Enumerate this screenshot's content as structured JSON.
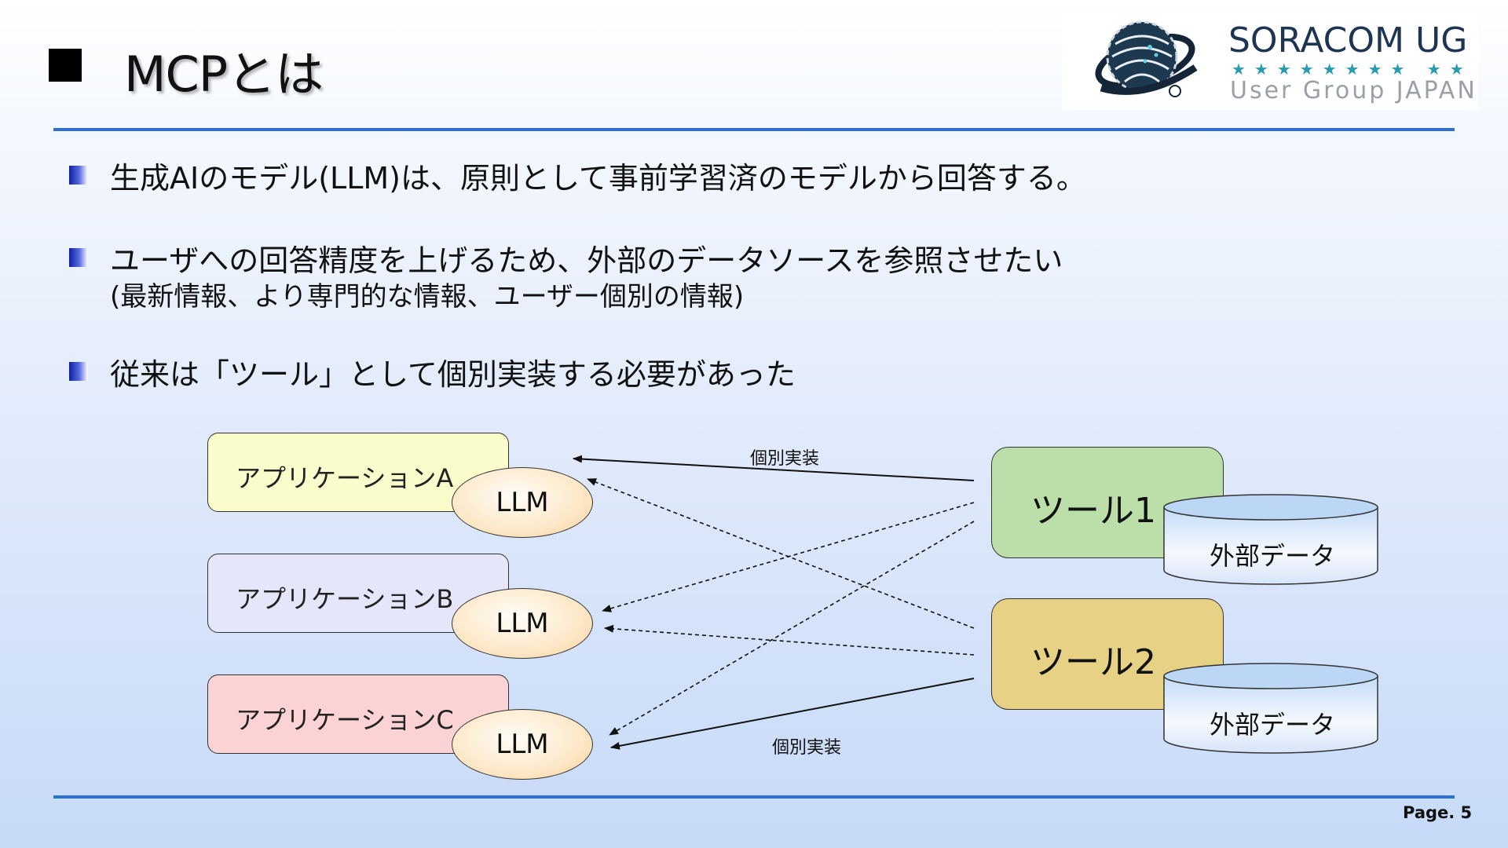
{
  "slide": {
    "title": "MCPとは",
    "page_label": "Page. 5"
  },
  "logo": {
    "name": "SORACOM UG",
    "stars": "★★★★★★★★ ★★",
    "subtitle": "User Group JAPAN"
  },
  "bullets": [
    {
      "text": "生成AIのモデル(LLM)は、原則として事前学習済のモデルから回答する。"
    },
    {
      "text": "ユーザへの回答精度を上げるため、外部のデータソースを参照させたい",
      "sub": "(最新情報、より専門的な情報、ユーザー個別の情報)"
    },
    {
      "text": "従来は「ツール」として個別実装する必要があった"
    }
  ],
  "diagram": {
    "applications": [
      {
        "label": "アプリケーションA",
        "llm": "LLM",
        "color": "#fbfccc"
      },
      {
        "label": "アプリケーションB",
        "llm": "LLM",
        "color": "#e6e6fa"
      },
      {
        "label": "アプリケーションC",
        "llm": "LLM",
        "color": "#fcd3d5"
      }
    ],
    "tools": [
      {
        "label": "ツール1",
        "data": "外部データ",
        "color": "#bcdfa9"
      },
      {
        "label": "ツール2",
        "data": "外部データ",
        "color": "#e6d184"
      }
    ],
    "edge_labels": [
      "個別実装",
      "個別実装"
    ]
  },
  "colors": {
    "rule": "#2e6fd6",
    "bullet": "#0e1fa8",
    "cylinder_fill": "#dbe8fa"
  }
}
